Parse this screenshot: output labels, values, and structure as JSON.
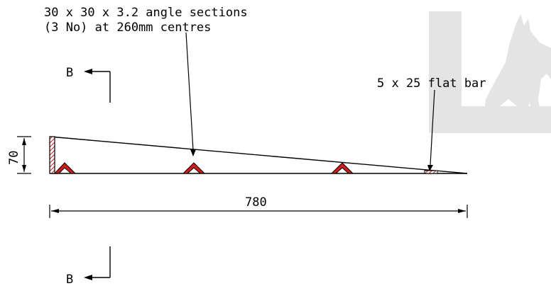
{
  "annotations": {
    "angle_sections_line1": "30 x 30 x 3.2 angle sections",
    "angle_sections_line2": "(3 No) at 260mm centres",
    "flat_bar": "5 x 25 flat bar"
  },
  "section_markers": {
    "top_label": "B",
    "bottom_label": "B"
  },
  "dimensions": {
    "height": "70",
    "length": "780"
  },
  "colors": {
    "line": "#000000",
    "hatch": "#d11a1a",
    "watermark": "#e4e4e4"
  },
  "watermark": {
    "icon": "fox-logo-icon"
  }
}
